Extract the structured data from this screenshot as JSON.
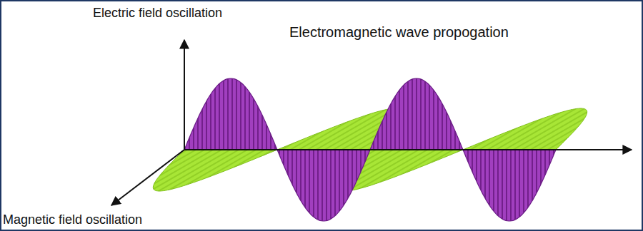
{
  "diagram": {
    "labels": [
      "Electric field oscillation",
      "Electromagnetic wave propogation",
      "Magnetic field oscillation"
    ]
  }
}
